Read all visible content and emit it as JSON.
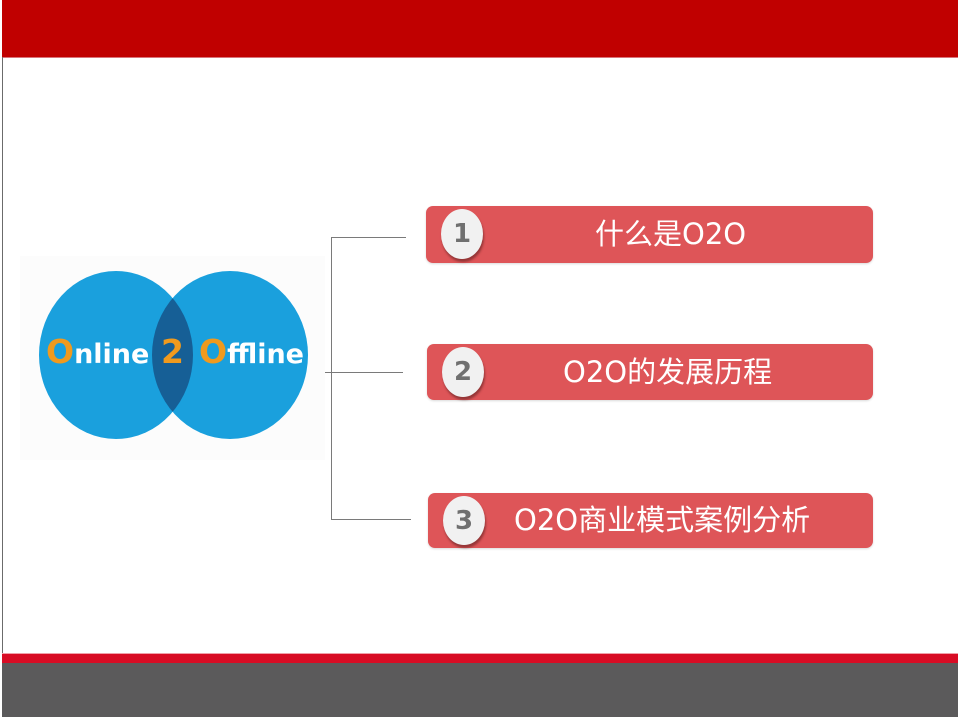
{
  "slide": {
    "colors": {
      "header": "#c00000",
      "footer_stripe": "#d80c24",
      "footer_base": "#5b5a5b",
      "bar": "#de5558",
      "badge": "#f1f1f1",
      "badge_text": "#707070",
      "venn_circle": "#1aa0dd",
      "venn_overlap": "#165f96",
      "venn_accent": "#f09a1e"
    }
  },
  "logo": {
    "online_initial": "O",
    "online_rest": "nline",
    "middle": "2",
    "offline_initial": "O",
    "offline_rest": "ffline"
  },
  "agenda": {
    "items": [
      {
        "number": "1",
        "label": "什么是O2O"
      },
      {
        "number": "2",
        "label": "O2O的发展历程"
      },
      {
        "number": "3",
        "label": "O2O商业模式案例分析"
      }
    ]
  }
}
